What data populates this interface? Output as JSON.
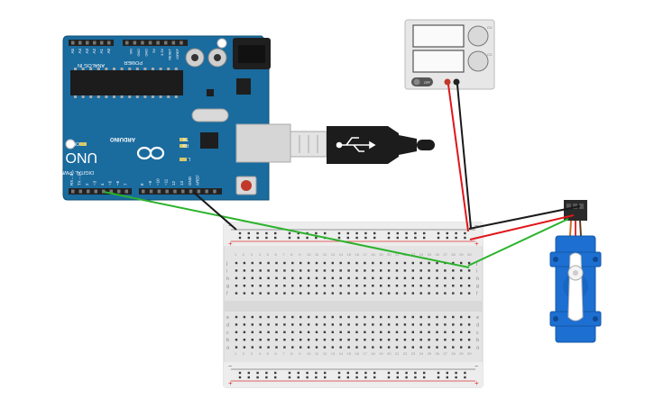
{
  "arduino": {
    "brand": "ARDUINO",
    "model": "UNO",
    "header_power": "POWER",
    "header_analog": "ANALOG IN",
    "header_digital": "DIGITAL (PWM~)",
    "pin_aref": "AREF",
    "pin_gnd": "GND",
    "pin_13": "13",
    "pin_12": "12",
    "pin_11": "~11",
    "pin_10": "~10",
    "pin_9": "~9",
    "pin_8": "8",
    "pin_7": "7",
    "pin_6": "~6",
    "pin_5": "~5",
    "pin_4": "4",
    "pin_3": "~3",
    "pin_2": "2",
    "pin_tx1": "TX→1",
    "pin_rx0": "RX←0",
    "led_on": "ON",
    "led_l": "L",
    "led_tx": "TX",
    "led_rx": "RX",
    "analog_pins": [
      "A0",
      "A1",
      "A2",
      "A3",
      "A4",
      "A5"
    ],
    "power_pins": [
      "IOREF",
      "RESET",
      "3.3V",
      "5V",
      "GND",
      "GND",
      "VIN"
    ]
  },
  "power_supply": {
    "switch_label": "OFF",
    "knob_label_top": "CV",
    "knob_label_bottom": "CC"
  },
  "breadboard": {
    "row_letters_top": [
      "j",
      "i",
      "h",
      "g",
      "f"
    ],
    "row_letters_bottom": [
      "e",
      "d",
      "c",
      "b",
      "a"
    ],
    "rail_plus": "+",
    "rail_minus": "−",
    "column_count": 30
  },
  "colors": {
    "arduino_board": "#1a6b9e",
    "breadboard": "#e6e6e6",
    "wire_red": "#e0161b",
    "wire_black": "#1a1a1a",
    "wire_green": "#2bb32b",
    "servo_body": "#1d6fd1"
  },
  "icons": {
    "usb_cable": "usb-cable-icon",
    "usb_symbol": "usb-symbol-icon",
    "arduino_logo": "infinity-logo-icon"
  }
}
